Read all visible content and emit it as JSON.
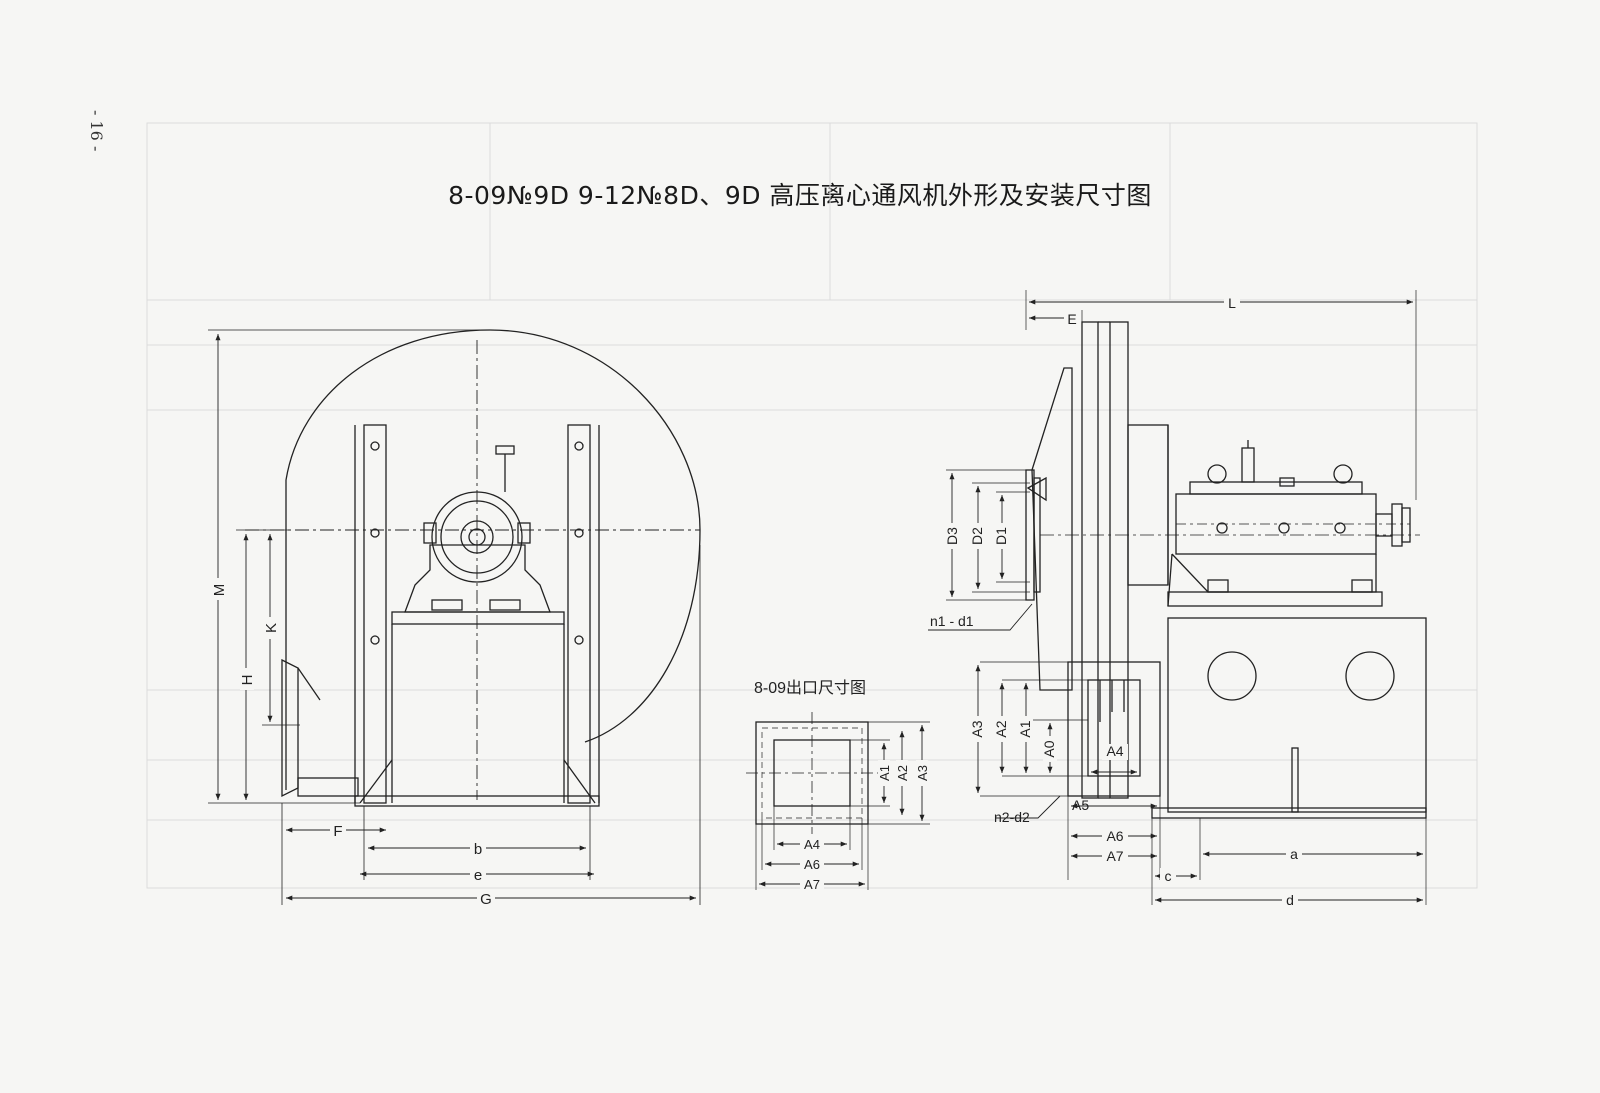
{
  "page_number": "- 16 -",
  "title": "8-09№9D  9-12№8D、9D 高压离心通风机外形及安装尺寸图",
  "views": {
    "front": {
      "labels": {
        "M": "M",
        "K": "K",
        "H": "H",
        "F": "F",
        "b": "b",
        "e": "e",
        "G": "G"
      }
    },
    "outlet": {
      "caption": "8-09出口尺寸图",
      "labels": {
        "A1": "A1",
        "A2": "A2",
        "A3": "A3",
        "A4": "A4",
        "A6": "A6",
        "A7": "A7"
      }
    },
    "side": {
      "labels": {
        "L": "L",
        "E": "E",
        "D3": "D3",
        "D2": "D2",
        "D1": "D1",
        "n1d1": "n1 - d1",
        "A3": "A3",
        "A2": "A2",
        "A1": "A1",
        "A0": "A0",
        "A4": "A4",
        "A5": "A5",
        "n2d2": "n2-d2",
        "A6": "A6",
        "A7": "A7",
        "c": "c",
        "a": "a",
        "d": "d"
      }
    }
  }
}
